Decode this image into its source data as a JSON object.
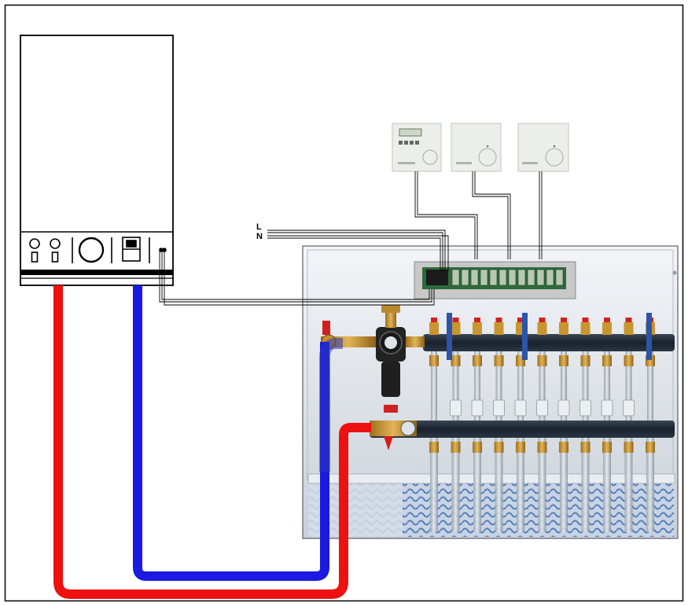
{
  "wiring": {
    "live_label": "L",
    "neutral_label": "N"
  },
  "boiler": {
    "icon": "boiler-icon",
    "controls": [
      "dial-icon",
      "dial-icon",
      "knob-icon",
      "switch-icon",
      "terminal-icon"
    ]
  },
  "thermostats": {
    "count": 3,
    "icon": "room-thermostat-icon"
  },
  "manifold": {
    "icon": "underfloor-heating-manifold-icon",
    "outlets_per_bar": 11
  },
  "pipes": {
    "flow_color": "#ee1111",
    "return_color": "#1a1ae0"
  },
  "colors": {
    "frame": "#000000",
    "cabinet_bg": "#dfe4ea",
    "wiring_center": "#c8c8c8",
    "manifold_bar": "#1f2a36",
    "brass": "#c9952f"
  }
}
